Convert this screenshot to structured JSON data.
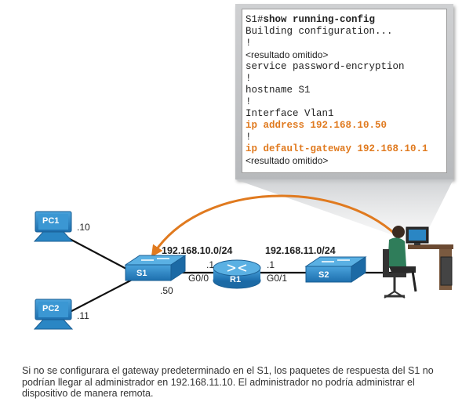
{
  "terminal": {
    "lines": [
      {
        "prompt": "S1#",
        "command": "show running-config"
      },
      {
        "text": "Building configuration..."
      },
      {
        "text": "!"
      },
      {
        "text": "<resultado omitido>"
      },
      {
        "text": "service password-encryption"
      },
      {
        "text": "!"
      },
      {
        "text": "hostname S1"
      },
      {
        "text": "!"
      },
      {
        "text": "Interface Vlan1"
      },
      {
        "text": "ip address 192.168.10.50"
      },
      {
        "text": "!"
      },
      {
        "text": "ip default-gateway 192.168.10.1"
      },
      {
        "text": "<resultado omitido>"
      }
    ]
  },
  "topology": {
    "pc1": {
      "name": "PC1",
      "address": ".10"
    },
    "pc2": {
      "name": "PC2",
      "address": ".11"
    },
    "s1": {
      "name": "S1",
      "address": ".50"
    },
    "r1": {
      "name": "R1",
      "left_port": "G0/0",
      "left_address": ".1",
      "right_port": "G0/1",
      "right_address": ".1"
    },
    "s2": {
      "name": "S2"
    },
    "network_left": "192.168.10.0/24",
    "network_right": "192.168.11.0/24"
  },
  "colors": {
    "highlight": "#e07a1f",
    "device_blue": "#2a86c4",
    "link": "#111111"
  },
  "caption": "Si no se configurara el gateway predeterminado en el S1, los paquetes de respuesta del S1 no podrían llegar al administrador en 192.168.11.10. El administrador no podría administrar el dispositivo de manera remota."
}
